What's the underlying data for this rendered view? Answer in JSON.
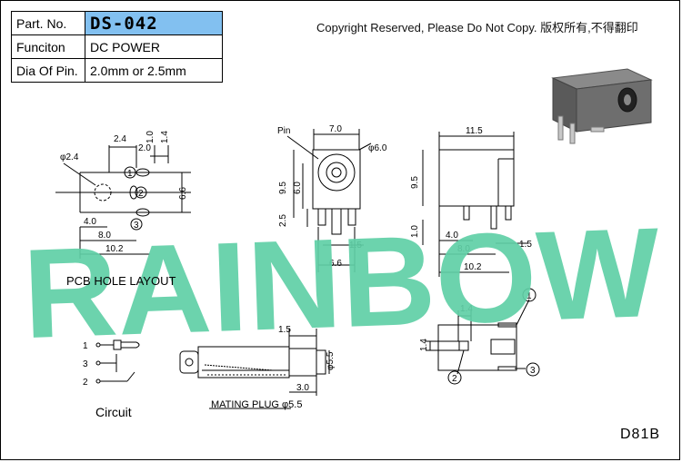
{
  "info_table": {
    "part_label": "Part. No.",
    "part_value": "DS-042",
    "function_label": "Funciton",
    "function_value": "DC POWER",
    "pin_label": "Dia Of Pin.",
    "pin_value": "2.0mm or 2.5mm"
  },
  "copyright": "Copyright Reserved, Please Do Not Copy. 版权所有,不得翻印",
  "watermark": "RAINBOW",
  "pcb_layout": {
    "caption": "PCB HOLE LAYOUT",
    "dims": [
      "2.4",
      "2.0",
      "1.0",
      "1.4",
      "φ2.4",
      "6.6",
      "4.0",
      "8.0",
      "10.2"
    ],
    "pins": [
      "1",
      "2",
      "3"
    ]
  },
  "front_view": {
    "pin_label": "Pin",
    "dims": [
      "7.0",
      "φ6.0",
      "9.5",
      "6.0",
      "2.5",
      "1.5",
      "6.6"
    ]
  },
  "side_view": {
    "dims": [
      "11.5",
      "9.5",
      "1.0",
      "4.0",
      "8.0",
      "1.5",
      "10.2"
    ]
  },
  "bottom_view": {
    "dims": [
      "1.4",
      "1.4"
    ],
    "pins": [
      "1",
      "2",
      "3"
    ]
  },
  "circuit": {
    "caption": "Circuit",
    "pins": [
      "1",
      "3",
      "2"
    ]
  },
  "mating_plug": {
    "caption": "MATING PLUG φ5.5",
    "dims": [
      "1.5",
      "φ5.5",
      "3.0"
    ]
  },
  "drawing_code": "D81B",
  "colors": {
    "watermark": "#5fcfa6",
    "part_highlight": "#82c0f0",
    "line": "#000000"
  }
}
